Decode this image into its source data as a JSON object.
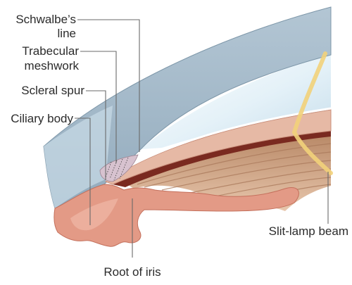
{
  "labels": {
    "schwalbes_line_1": "Schwalbe’s",
    "schwalbes_line_2": "line",
    "trabecular_1": "Trabecular",
    "trabecular_2": "meshwork",
    "scleral_spur": "Scleral spur",
    "ciliary_body": "Ciliary body",
    "slit_lamp_beam": "Slit-lamp beam",
    "root_of_iris": "Root of iris"
  },
  "colors": {
    "cornea": "#9fb6c7",
    "cornea_edge": "#7e97a9",
    "chamber": "#dcedf7",
    "iris_surface": "#e6b9a5",
    "iris_dark": "#7a2a20",
    "iris_stroma": "#caa081",
    "ciliary": "#e39a86",
    "beam": "#f2d27a",
    "leader": "#6a6a6a"
  }
}
